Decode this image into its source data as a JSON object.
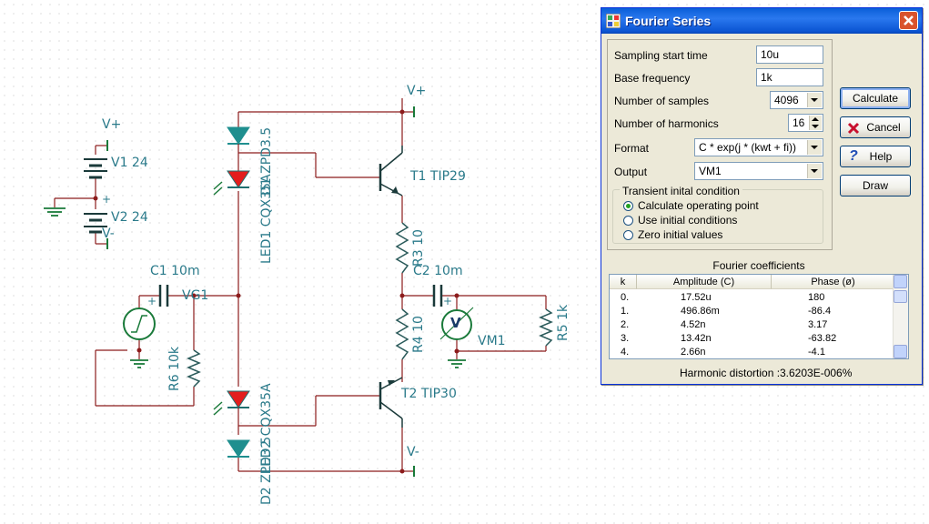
{
  "schematic": {
    "labels": {
      "vplus_top": "V+",
      "vminus_bottom": "V-",
      "v1_plus": "V+",
      "v1": "V1 24",
      "v2": "V2 24",
      "v2_minus": "V-",
      "c1": "C1 10m",
      "c2": "C2 10m",
      "vg1": "VG1",
      "r6": "R6 10k",
      "led1": "LED1 CQX35A",
      "d1": "D1 ZPD3.5",
      "led2": "LED2 CQX35A",
      "d2": "D2 ZPD3.5",
      "t1": "T1 TIP29",
      "t2": "T2 TIP30",
      "r3": "R3 10",
      "r4": "R4 10",
      "r5": "R5 1k",
      "vm1": "VM1",
      "meter_symbol": "V",
      "plus_sign": "+"
    }
  },
  "dialog": {
    "title": "Fourier Series",
    "fields": {
      "sampling_start_time": {
        "label": "Sampling start time",
        "value": "10u"
      },
      "base_frequency": {
        "label": "Base frequency",
        "value": "1k"
      },
      "number_of_samples": {
        "label": "Number of samples",
        "value": "4096"
      },
      "number_of_harmonics": {
        "label": "Number of harmonics",
        "value": "16"
      },
      "format": {
        "label": "Format",
        "value": "C * exp(j * (kwt + fi))"
      },
      "output": {
        "label": "Output",
        "value": "VM1"
      }
    },
    "transient": {
      "title": "Transient inital condition",
      "options": [
        {
          "label": "Calculate operating point",
          "selected": true
        },
        {
          "label": "Use initial conditions",
          "selected": false
        },
        {
          "label": "Zero initial values",
          "selected": false
        }
      ]
    },
    "buttons": {
      "calculate": "Calculate",
      "cancel": "Cancel",
      "help": "Help",
      "draw": "Draw"
    },
    "coefficients": {
      "title": "Fourier coefficients",
      "headers": [
        "k",
        "Amplitude (C)",
        "Phase (ø)"
      ],
      "rows": [
        [
          "0.",
          "17.52u",
          "180"
        ],
        [
          "1.",
          "496.86m",
          "-86.4"
        ],
        [
          "2.",
          "4.52n",
          "3.17"
        ],
        [
          "3.",
          "13.42n",
          "-63.82"
        ],
        [
          "4.",
          "2.66n",
          "-4.1"
        ]
      ]
    },
    "harmonic_distortion": {
      "label": "Harmonic distortion :",
      "value": "3.6203E-006%"
    }
  },
  "colors": {
    "wire": "#8c1c1c",
    "component": "#2a7a8a",
    "led": "#e31d1d",
    "diode": "#1f8f8f",
    "ground": "#1a7a3a",
    "titlebar": "#0a5fd8"
  }
}
